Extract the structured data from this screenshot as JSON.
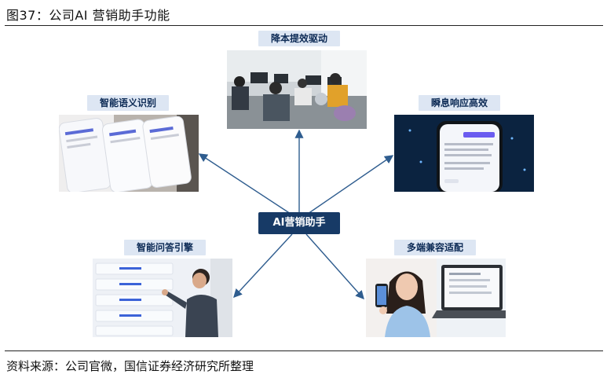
{
  "figure_title": "图37：公司AI 营销助手功能",
  "center": "AI营销助手",
  "features": {
    "top": "降本提效驱动",
    "left_top": "智能语义识别",
    "right_top": "瞬息响应高效",
    "left_bottom": "智能问答引擎",
    "right_bottom": "多端兼容适配"
  },
  "source": "资料来源：公司官微，国信证券经济研究所整理",
  "colors": {
    "center_box": "#173a66",
    "label_bg": "#dde6f3",
    "arrow": "#2f5d8f"
  }
}
